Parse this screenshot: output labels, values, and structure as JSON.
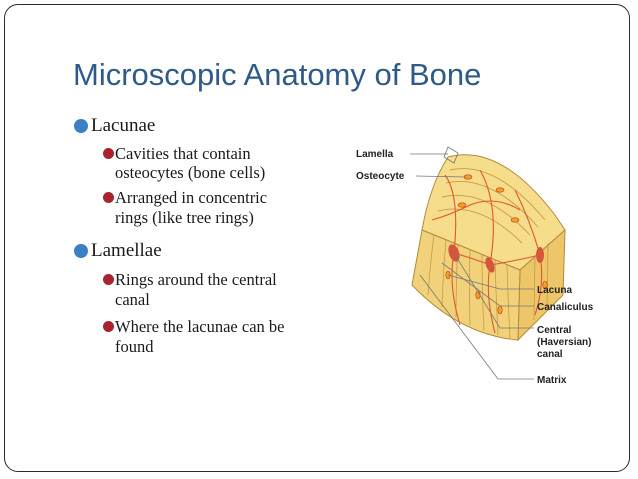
{
  "slide": {
    "title": "Microscopic Anatomy of Bone",
    "bullets": [
      {
        "text": "Lacunae",
        "sub": [
          {
            "line1": "Cavities that contain",
            "line2": "osteocytes (bone cells)"
          },
          {
            "line1": "Arranged in concentric",
            "line2": "rings (like tree rings)"
          }
        ]
      },
      {
        "text": "Lamellae",
        "sub": [
          {
            "line1": "Rings around the central",
            "line2": "canal"
          },
          {
            "line1": "Where the lacunae can be",
            "line2": "found"
          }
        ]
      }
    ]
  },
  "figure": {
    "labels": {
      "lamella": "Lamella",
      "osteocyte": "Osteocyte",
      "lacuna": "Lacuna",
      "canaliculus": "Canaliculus",
      "central_1": "Central",
      "central_2": "(Haversian)",
      "central_3": "canal",
      "matrix": "Matrix"
    }
  },
  "colors": {
    "title": "#2e5a88",
    "level1_bullet": "#3b7fc4",
    "level2_bullet": "#a8232f",
    "bone": "#f1d27a",
    "canal": "#d2553e",
    "osteocyte": "#f2a21c"
  }
}
